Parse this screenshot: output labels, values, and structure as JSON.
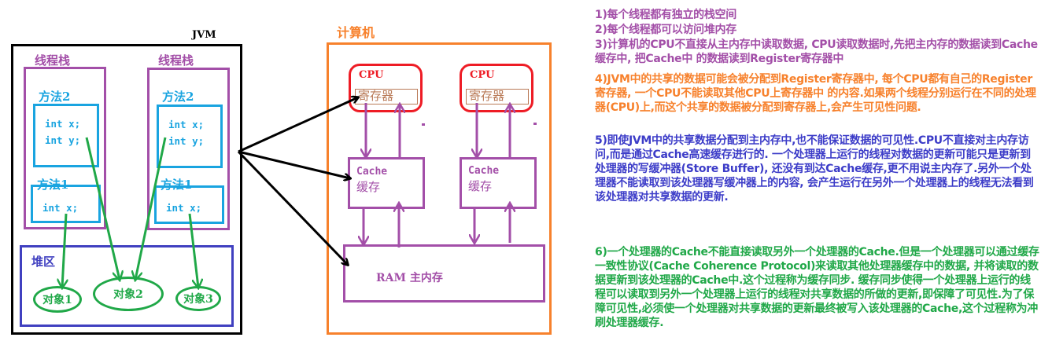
{
  "jvm": {
    "title": "JVM",
    "stacks": [
      {
        "title": "线程栈",
        "methods": [
          {
            "title": "方法2",
            "lines": [
              "int x;",
              "int y;"
            ]
          },
          {
            "title": "方法1",
            "lines": [
              "int x;"
            ]
          }
        ]
      },
      {
        "title": "线程栈",
        "methods": [
          {
            "title": "方法2",
            "lines": [
              "int x;",
              "int y;"
            ]
          },
          {
            "title": "方法1",
            "lines": [
              "int x;"
            ]
          }
        ]
      }
    ],
    "heap": {
      "title": "堆区",
      "objects": [
        "对象1",
        "对象2",
        "对象3"
      ]
    }
  },
  "computer": {
    "title": "计算机",
    "cpus": [
      {
        "title": "CPU",
        "register": "寄存器",
        "cache_title": "Cache",
        "cache_sub": "缓存"
      },
      {
        "title": "CPU",
        "register": "寄存器",
        "cache_title": "Cache",
        "cache_sub": "缓存"
      }
    ],
    "ram": "RAM  主内存"
  },
  "colors": {
    "jvm_border": "#000000",
    "stack": "#a34fa8",
    "method": "#19a4e0",
    "heap": "#4040c0",
    "object": "#20a848",
    "computer": "#f7812c",
    "cpu": "#ee1c25",
    "register": "#b97a57"
  },
  "notes": [
    "1)每个线程都有独立的栈空间",
    "2)每个线程都可以访问堆内存",
    "3)计算机的CPU不直接从主内存中读取数据, CPU读取数据时,先把主内存的数据读到Cache缓存中, 把Cache中 的数据读到Register寄存器中",
    "4)JVM中的共享的数据可能会被分配到Register寄存器中, 每个CPU都有自己的Register寄存器, 一个CPU不能读取其他CPU上寄存器中 的内容.如果两个线程分别运行在不同的处理器(CPU)上,而这个共享的数据被分配到寄存器上,会产生可见性问题.",
    "5)即使JVM中的共享数据分配到主内存中,也不能保证数据的可见性.CPU不直接对主内存访问,而是通过Cache高速缓存进行的. 一个处理器上运行的线程对数据的更新可能只是更新到处理器的写缓冲器(Store Buffer), 还没有到达Cache缓存,更不用说主内存了.另外一个处理器不能读取到该处理器写缓冲器上的内容, 会产生运行在另外一个处理器上的线程无法看到该处理器对共享数据的更新.",
    "6)一个处理器的Cache不能直接读取另外一个处理器的Cache.但是一个处理器可以通过缓存一致性协议(Cache Coherence Protocol)来读取其他处理器缓存中的数据, 并将读取的数据更新到该处理器的Cache中.这个过程称为缓存同步. 缓存同步使得一个处理器上运行的线程可以读取到另外一个处理器上运行的线程对共享数据的所做的更新,即保障了可见性.为了保障可见性,必须使一个处理器对共享数据的更新最终被写入该处理器的Cache,这个过程称为冲刷处理器缓存."
  ]
}
